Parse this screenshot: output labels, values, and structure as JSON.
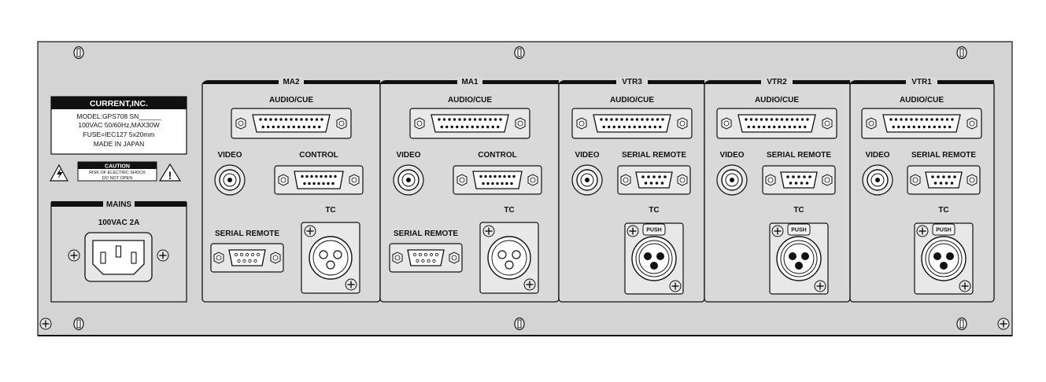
{
  "nameplate": {
    "company": "CURRENT,INC.",
    "model": "MODEL:GPS708 SN______",
    "power_spec": "100VAC 50/60Hz,MAX30W",
    "fuse": "FUSE=IEC127 5x20mm",
    "origin": "MADE IN JAPAN"
  },
  "caution": {
    "title": "CAUTION",
    "line1": "RISK OF ELECTRIC SHOCK",
    "line2": "DO NOT OPEN",
    "warning_symbol": "!"
  },
  "mains": {
    "title": "MAINS",
    "rating": "100VAC 2A"
  },
  "modules": {
    "ma2": {
      "title": "MA2",
      "audio_cue": "AUDIO/CUE",
      "video": "VIDEO",
      "control": "CONTROL",
      "serial_remote": "SERIAL REMOTE",
      "tc": "TC"
    },
    "ma1": {
      "title": "MA1",
      "audio_cue": "AUDIO/CUE",
      "video": "VIDEO",
      "control": "CONTROL",
      "serial_remote": "SERIAL REMOTE",
      "tc": "TC"
    },
    "vtr3": {
      "title": "VTR3",
      "audio_cue": "AUDIO/CUE",
      "video": "VIDEO",
      "serial_remote": "SERIAL REMOTE",
      "tc": "TC",
      "push": "PUSH"
    },
    "vtr2": {
      "title": "VTR2",
      "audio_cue": "AUDIO/CUE",
      "video": "VIDEO",
      "serial_remote": "SERIAL REMOTE",
      "tc": "TC",
      "push": "PUSH"
    },
    "vtr1": {
      "title": "VTR1",
      "audio_cue": "AUDIO/CUE",
      "video": "VIDEO",
      "serial_remote": "SERIAL REMOTE",
      "tc": "TC",
      "push": "PUSH"
    }
  },
  "colors": {
    "panel": "#d4d4d4",
    "module_face": "#d9d9d9",
    "line": "#111111",
    "nameplate_bg": "#111111",
    "nameplate_text": "#ffffff"
  }
}
